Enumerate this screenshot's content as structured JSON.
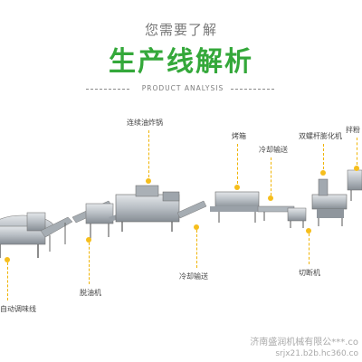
{
  "header": {
    "subtitle": "您需要了解",
    "title": "生产线解析",
    "analysis_label": "PRODUCT ANALYSIS"
  },
  "labels": {
    "seasoning_line": "自动调味线",
    "deoiling": "脱油机",
    "continuous_fryer": "连续油炸锅",
    "cooling_conveyor_1": "冷却输送",
    "oven": "烤箱",
    "cooling_conveyor_2": "冷却输送",
    "cutter": "切断机",
    "twin_screw_extruder": "双螺杆膨化机",
    "mixer": "拌粉"
  },
  "watermark": {
    "company": "济南盛润机械有限公",
    "masked": "***.co",
    "url": "srjx21.b2b.hc360.co"
  },
  "colors": {
    "title_green": "#34a83a",
    "leader_yellow": "#f0b400",
    "machine_steel": "#b8bec4"
  }
}
